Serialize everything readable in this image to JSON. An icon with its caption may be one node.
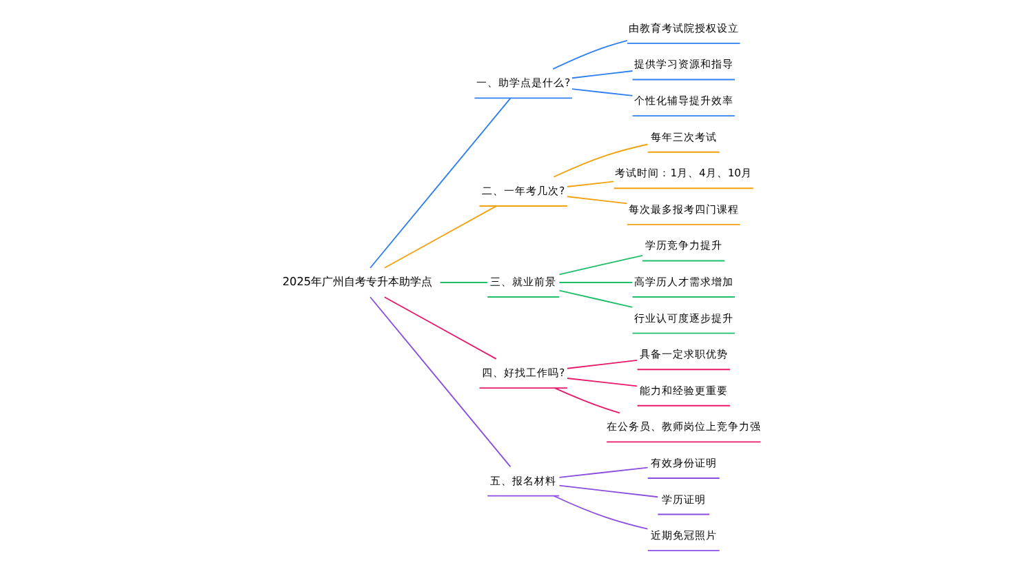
{
  "diagram": {
    "nodes": [
      {
        "text": [
          "2025年广州自考专升本助学点"
        ]
      },
      {
        "text": [
          "一、助学点是什么?"
        ]
      },
      {
        "text": [
          "由教育考试院授权设立"
        ]
      },
      {
        "text": [
          "提供学习资源和指导"
        ]
      },
      {
        "text": [
          "个性化辅导提升效率"
        ]
      },
      {
        "text": [
          "二、一年考几次?"
        ]
      },
      {
        "text": [
          "每年三次考试"
        ]
      },
      {
        "text": [
          "考试时间：1月、4月、10月"
        ]
      },
      {
        "text": [
          "每次最多报考四门课程"
        ]
      },
      {
        "text": [
          "三、就业前景"
        ]
      },
      {
        "text": [
          "学历竞争力提升"
        ]
      },
      {
        "text": [
          "高学历人才需求增加"
        ]
      },
      {
        "text": [
          "行业认可度逐步提升"
        ]
      },
      {
        "text": [
          "四、好找工作吗?"
        ]
      },
      {
        "text": [
          "具备一定求职优势"
        ]
      },
      {
        "text": [
          "能力和经验更重要"
        ]
      },
      {
        "text": [
          "在公务员、教师岗位上竞争力强"
        ]
      },
      {
        "text": [
          "五、报名材料"
        ]
      },
      {
        "text": [
          "有效身份证明"
        ]
      },
      {
        "text": [
          "学历证明"
        ]
      },
      {
        "text": [
          "近期免冠照片"
        ]
      }
    ],
    "edges": [
      {
        "from": 0,
        "to": 1,
        "arrow": "none",
        "color": "#2f7ff0"
      },
      {
        "from": 1,
        "to": 2,
        "arrow": "none",
        "color": "#2f7ff0"
      },
      {
        "from": 1,
        "to": 3,
        "arrow": "none",
        "color": "#2f7ff0"
      },
      {
        "from": 1,
        "to": 4,
        "arrow": "none",
        "color": "#2f7ff0"
      },
      {
        "from": 0,
        "to": 5,
        "arrow": "none",
        "color": "#f2a10c"
      },
      {
        "from": 5,
        "to": 6,
        "arrow": "none",
        "color": "#f2a10c"
      },
      {
        "from": 5,
        "to": 7,
        "arrow": "none",
        "color": "#f2a10c"
      },
      {
        "from": 5,
        "to": 8,
        "arrow": "none",
        "color": "#f2a10c"
      },
      {
        "from": 0,
        "to": 9,
        "arrow": "none",
        "color": "#1fbf6a"
      },
      {
        "from": 9,
        "to": 10,
        "arrow": "none",
        "color": "#1fbf6a"
      },
      {
        "from": 9,
        "to": 11,
        "arrow": "none",
        "color": "#1fbf6a"
      },
      {
        "from": 9,
        "to": 12,
        "arrow": "none",
        "color": "#1fbf6a"
      },
      {
        "from": 0,
        "to": 13,
        "arrow": "none",
        "color": "#e8186a"
      },
      {
        "from": 13,
        "to": 14,
        "arrow": "none",
        "color": "#e8186a"
      },
      {
        "from": 13,
        "to": 15,
        "arrow": "none",
        "color": "#e8186a"
      },
      {
        "from": 13,
        "to": 16,
        "arrow": "none",
        "color": "#e8186a"
      },
      {
        "from": 0,
        "to": 17,
        "arrow": "none",
        "color": "#8a4fe0"
      },
      {
        "from": 17,
        "to": 18,
        "arrow": "none",
        "color": "#8a4fe0"
      },
      {
        "from": 17,
        "to": 19,
        "arrow": "none",
        "color": "#8a4fe0"
      },
      {
        "from": 17,
        "to": 20,
        "arrow": "none",
        "color": "#8a4fe0"
      }
    ]
  }
}
